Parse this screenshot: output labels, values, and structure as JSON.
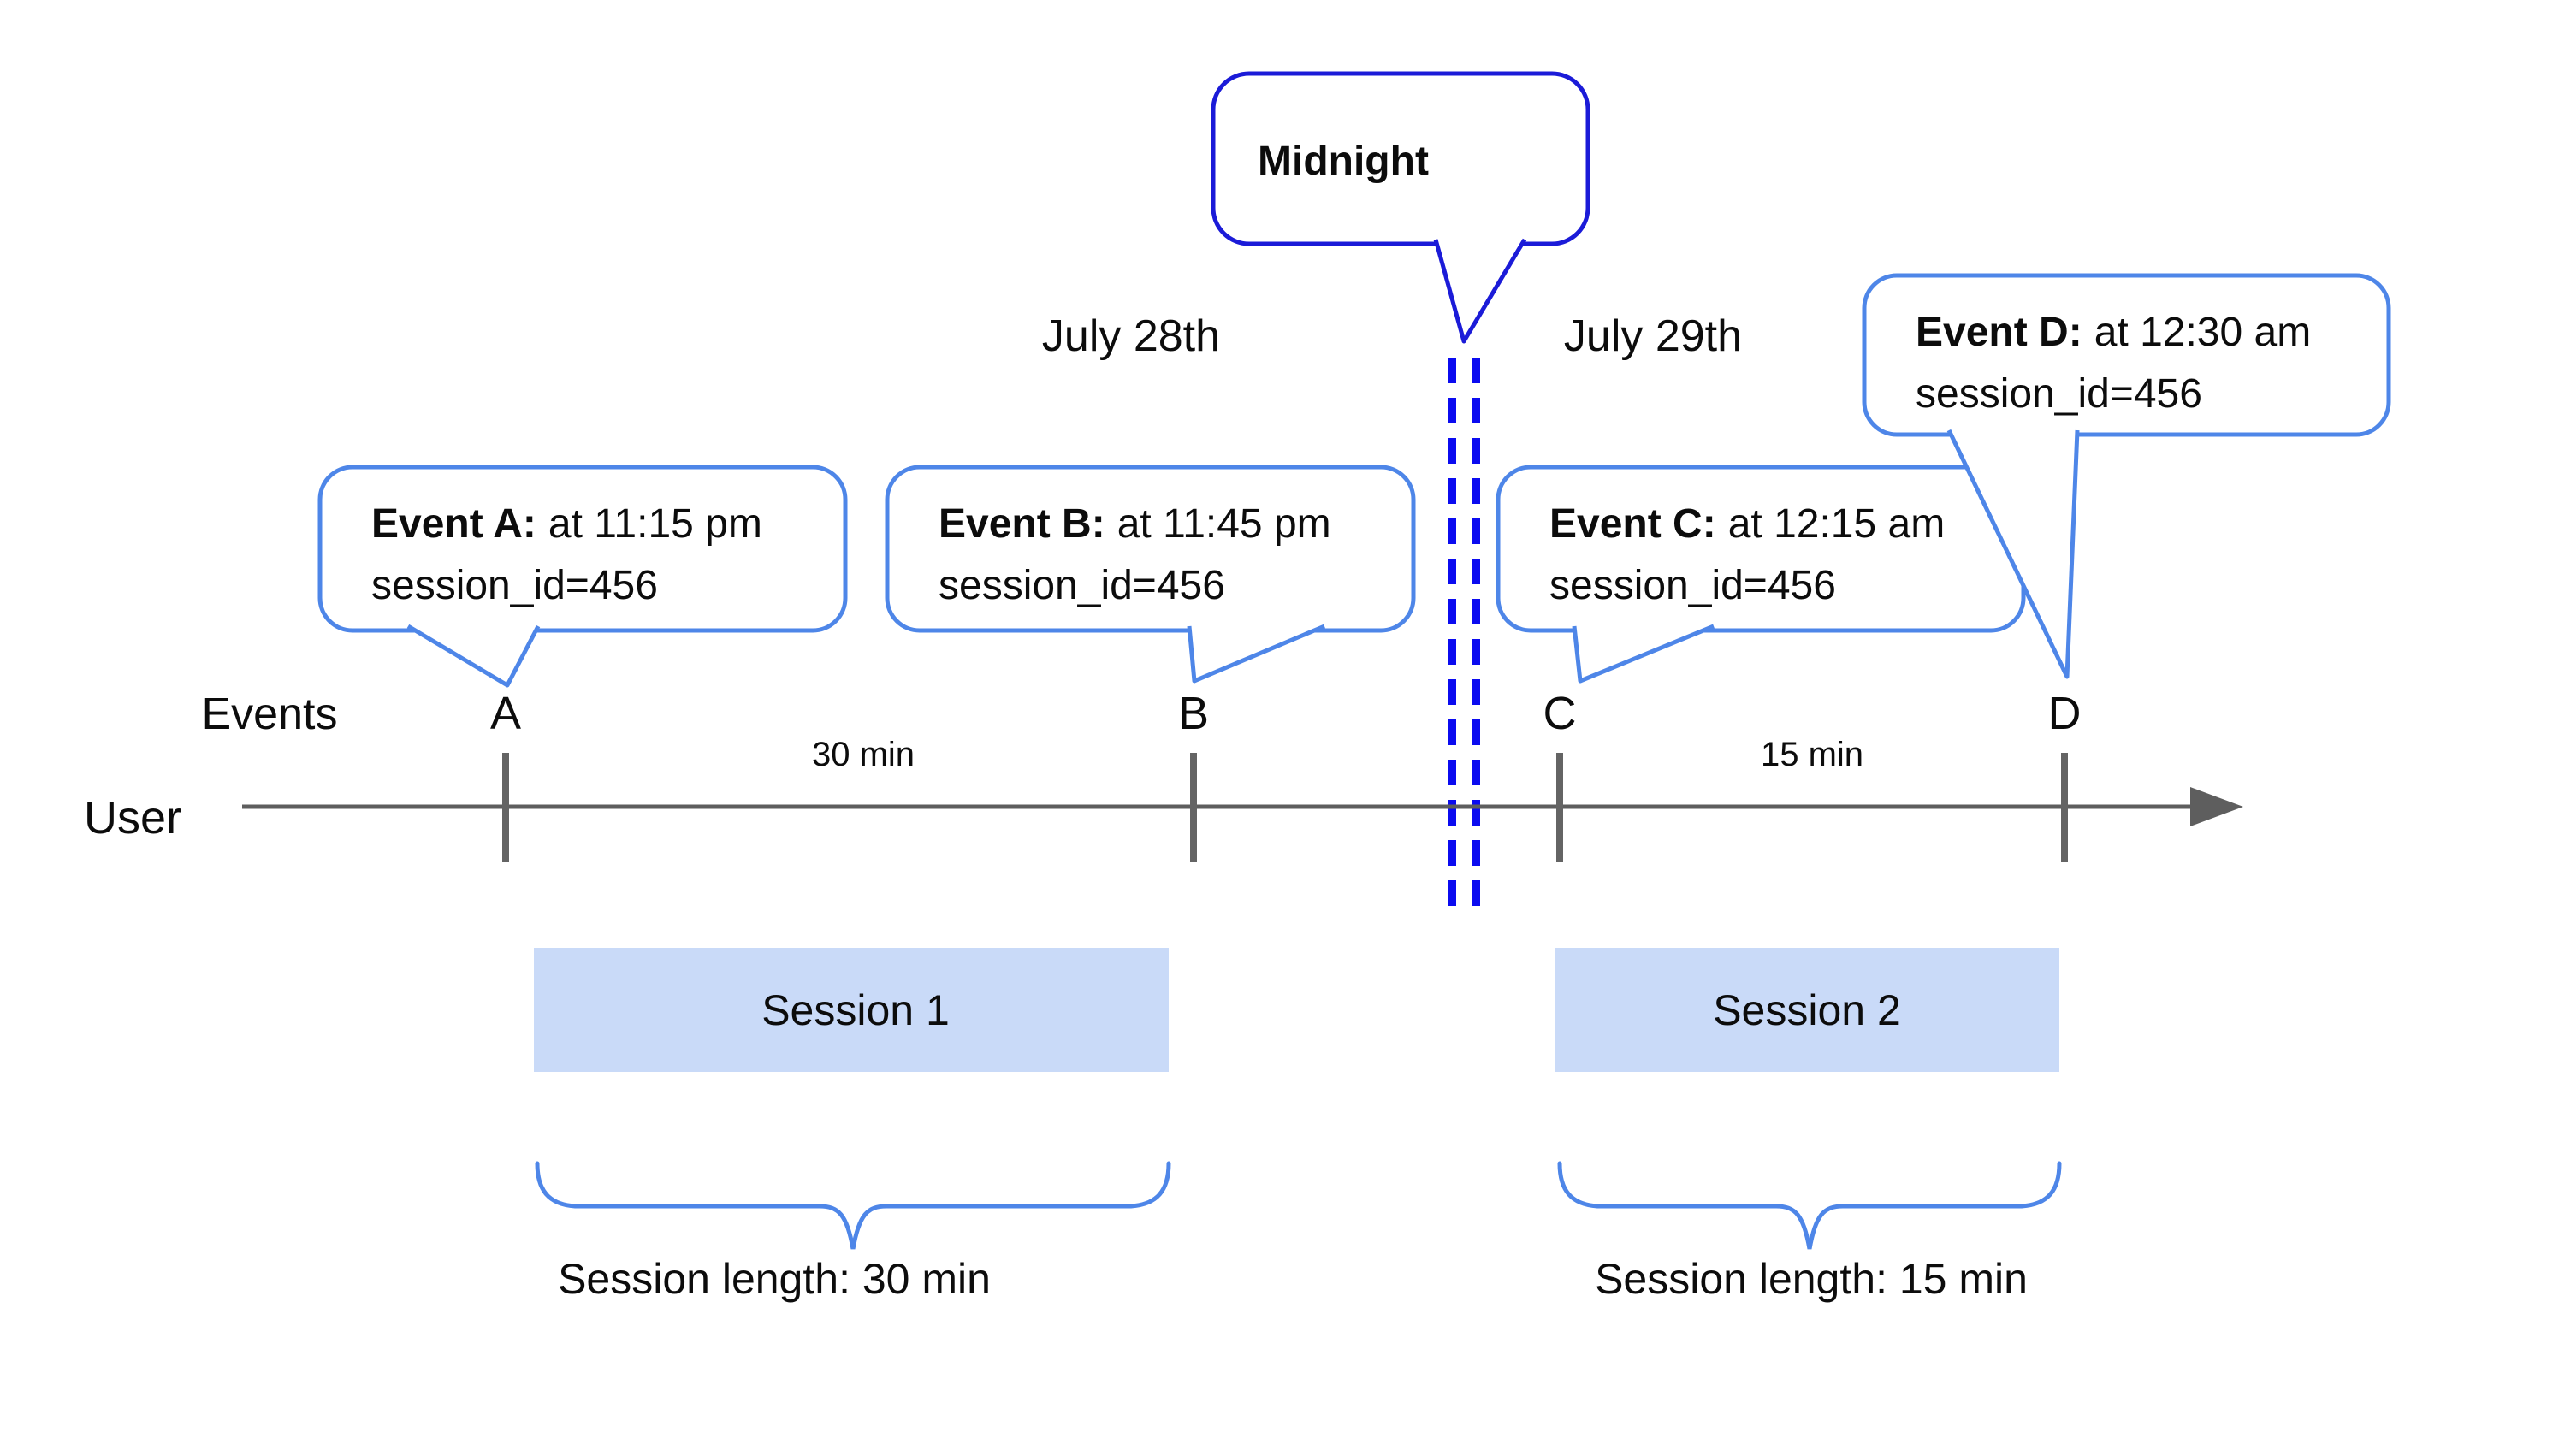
{
  "midnight": {
    "label": "Midnight"
  },
  "dates": [
    {
      "label": "July 28th"
    },
    {
      "label": "July 29th"
    }
  ],
  "row_labels": {
    "events": "Events",
    "user": "User"
  },
  "events": [
    {
      "marker": "A",
      "title": "Event A:",
      "time": "at 11:15 pm",
      "session": "session_id=456"
    },
    {
      "marker": "B",
      "title": "Event B:",
      "time": "at 11:45 pm",
      "session": "session_id=456"
    },
    {
      "marker": "C",
      "title": "Event C:",
      "time": "at 12:15 am",
      "session": "session_id=456"
    },
    {
      "marker": "D",
      "title": "Event D:",
      "time": "at 12:30 am",
      "session": "session_id=456"
    }
  ],
  "gaps": [
    {
      "label": "30 min"
    },
    {
      "label": "15 min"
    }
  ],
  "sessions": [
    {
      "name": "Session 1",
      "length": "Session length: 30 min"
    },
    {
      "name": "Session 2",
      "length": "Session length: 15 min"
    }
  ],
  "colors": {
    "callout_border": "#4e86e8",
    "midnight_border": "#1b1bd8",
    "dashed_divider": "#0b0bf0",
    "timeline_gray": "#5e5e5e",
    "session_fill": "#c9daf8",
    "text": "#0c0c0c"
  }
}
